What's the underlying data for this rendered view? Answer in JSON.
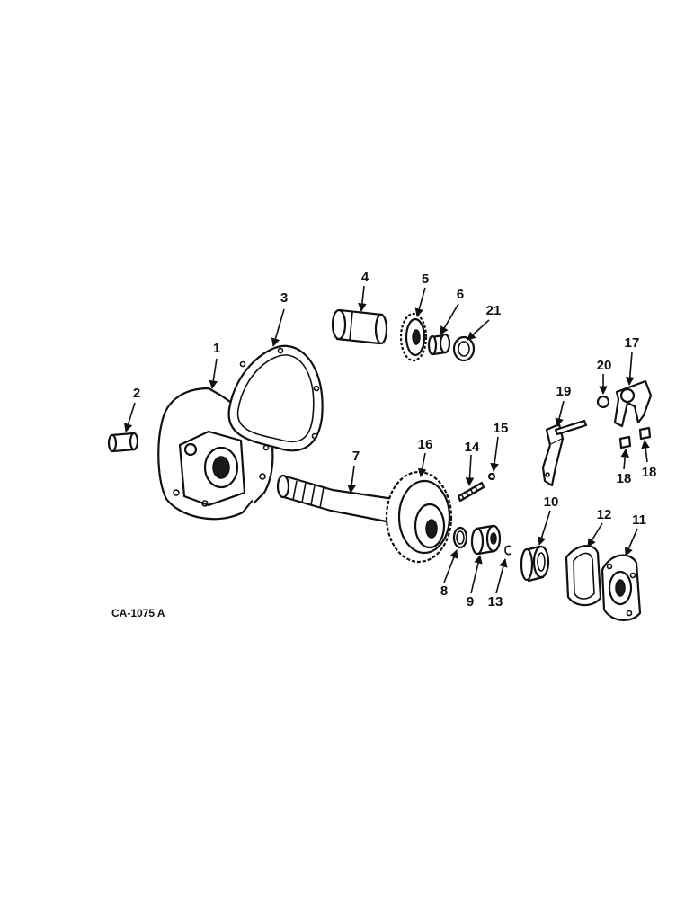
{
  "figure_code": "CA-1075 A",
  "callouts": {
    "c1": "1",
    "c2": "2",
    "c3": "3",
    "c4": "4",
    "c5": "5",
    "c6": "6",
    "c7": "7",
    "c8": "8",
    "c9": "9",
    "c10": "10",
    "c11": "11",
    "c12": "12",
    "c13": "13",
    "c14": "14",
    "c15": "15",
    "c16": "16",
    "c17": "17",
    "c18a": "18",
    "c18b": "18",
    "c19": "19",
    "c20": "20",
    "c21": "21"
  }
}
